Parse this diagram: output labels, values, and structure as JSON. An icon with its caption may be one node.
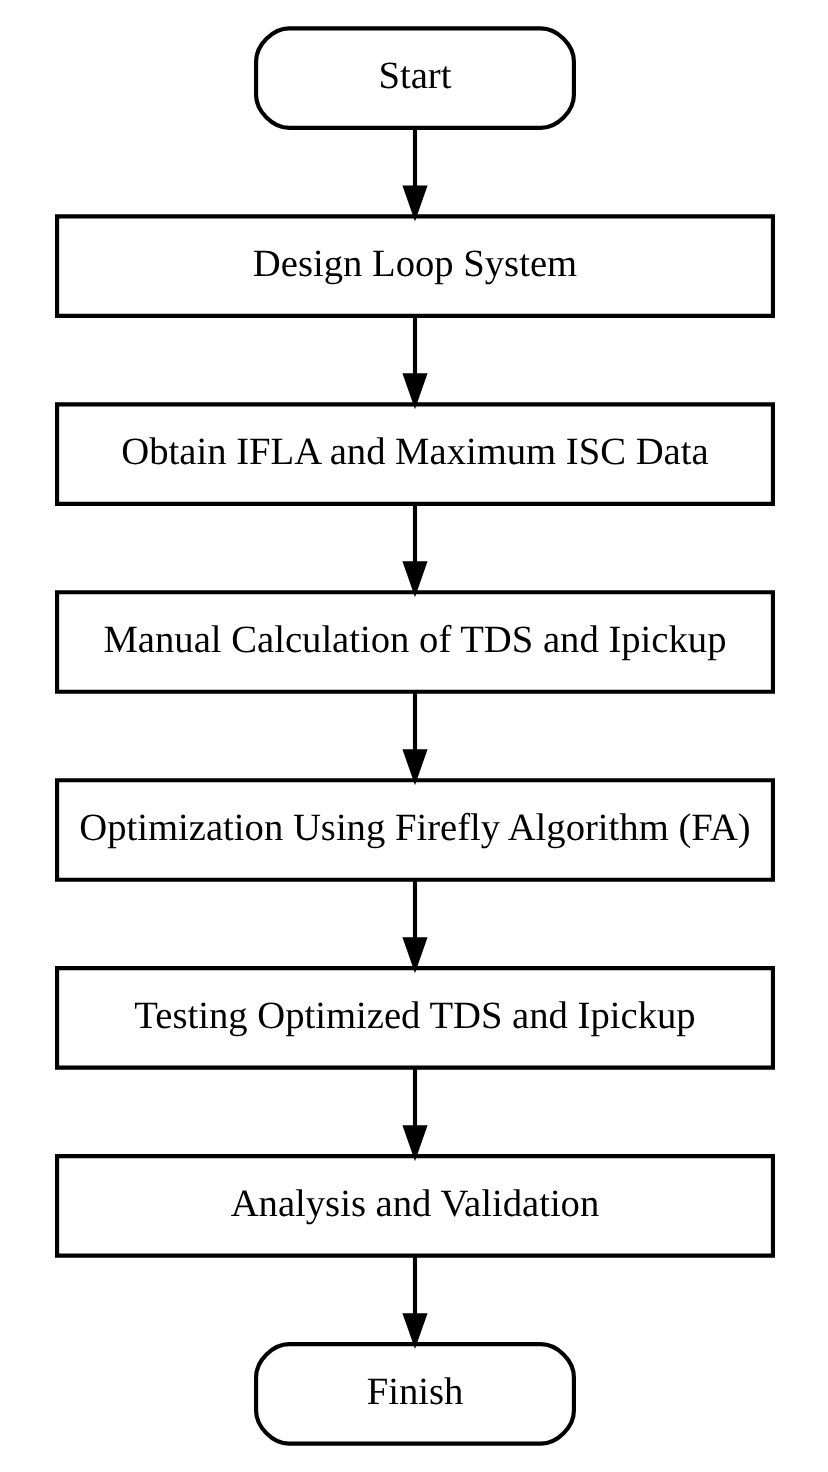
{
  "diagram": {
    "nodes": [
      {
        "text": [
          "Start"
        ]
      },
      {
        "text": [
          "Design Loop System"
        ]
      },
      {
        "text": [
          "Obtain IFLA and Maximum ISC Data"
        ]
      },
      {
        "text": [
          "Manual Calculation of TDS and Ipickup"
        ]
      },
      {
        "text": [
          "Optimization Using Firefly Algorithm (FA)"
        ]
      },
      {
        "text": [
          "Testing Optimized TDS and Ipickup"
        ]
      },
      {
        "text": [
          "Analysis and Validation"
        ]
      },
      {
        "text": [
          "Finish"
        ]
      }
    ],
    "edges": [
      {
        "from": 0,
        "to": 1,
        "arrow": "to"
      },
      {
        "from": 1,
        "to": 2,
        "arrow": "to"
      },
      {
        "from": 2,
        "to": 3,
        "arrow": "to"
      },
      {
        "from": 3,
        "to": 4,
        "arrow": "to"
      },
      {
        "from": 4,
        "to": 5,
        "arrow": "to"
      },
      {
        "from": 5,
        "to": 6,
        "arrow": "to"
      },
      {
        "from": 6,
        "to": 7,
        "arrow": "to"
      }
    ]
  }
}
